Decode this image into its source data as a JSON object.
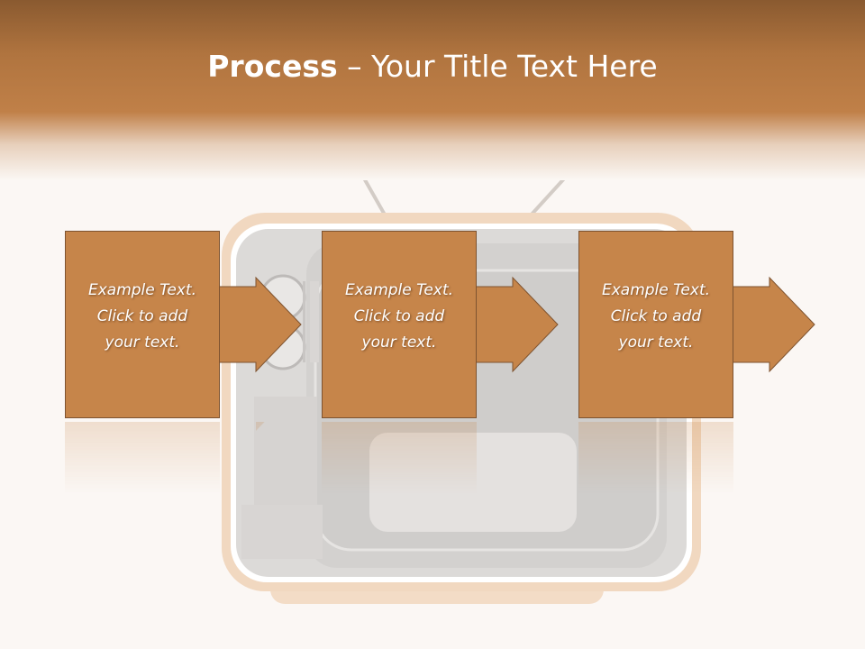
{
  "slide": {
    "title_bold": "Process",
    "title_rest": " – Your Title Text Here"
  },
  "steps": [
    {
      "line1": "Example Text.",
      "line2": "Click  to add",
      "line3": "your text."
    },
    {
      "line1": "Example Text.",
      "line2": "Click  to add",
      "line3": "your text."
    },
    {
      "line1": "Example Text.",
      "line2": "Click  to add",
      "line3": "your text."
    }
  ],
  "colors": {
    "header_dark": "#8a5a30",
    "header_mid": "#c08048",
    "box_fill": "#c6854a",
    "box_border": "#7e5330",
    "background": "#fbf7f4"
  },
  "icons": [
    "retro-tv-illustration",
    "right-arrow-icon"
  ]
}
